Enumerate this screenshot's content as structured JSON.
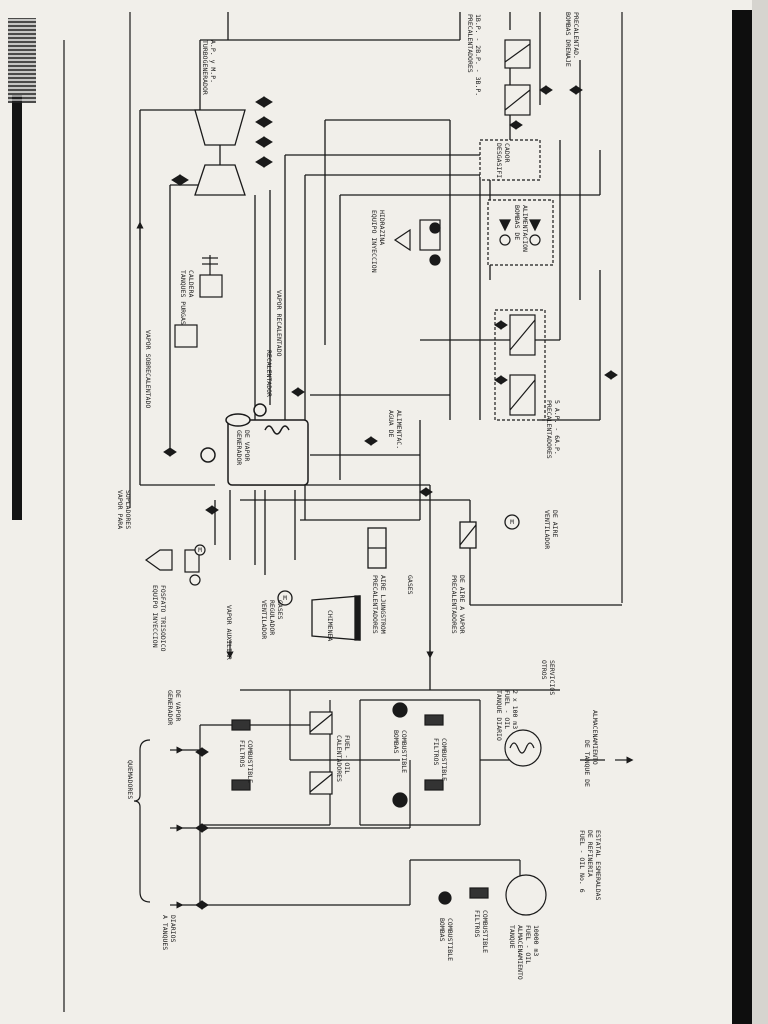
{
  "labels": {
    "turbogenerador": "TURBOGENERADOR",
    "turbogenerador_sub": "A.P. y M.P.",
    "precalentadores_bp": "PRECALENTADORES",
    "precalentadores_bp_sub": "1B.P. - 2B.P. - 3B.P.",
    "bombas_drenaje": "BOMBAS DRENAJE",
    "bombas_drenaje_sub": "PRECALENTAD.",
    "desgasificador": "DESGASIFI-",
    "desgasificador_sub": "CADOR",
    "bombas_alimentacion": "BOMBAS DE",
    "bombas_alimentacion_sub": "ALIMENTACION",
    "equipo_hidrazina": "EQUIPO INYECCION",
    "equipo_hidrazina_sub": "HIDRAZINA",
    "tanques_purgas": "TANQUES PURGAS",
    "tanques_purgas_sub": "CALDERA",
    "vapor_sobrecalentado": "VAPOR SOBRECALENTADO",
    "recalentador": "RECALENTADOR",
    "vapor_recalentado": "VAPOR RECALENTADO",
    "agua_alimentac": "AGUA DE",
    "agua_alimentac_sub": "ALIMENTAC.",
    "precalentadores_ap": "PRECALENTADORES",
    "precalentadores_ap_sub": "5 A.P. - 6A.P.",
    "vapor_sopladores": "VAPOR PARA",
    "vapor_sopladores_sub": "SOPLADORES",
    "generador_vapor": "GENERADOR",
    "generador_vapor_sub": "DE VAPOR",
    "ventilador_aire": "VENTILADOR",
    "ventilador_aire_sub": "DE AIRE",
    "equipo_fosfato": "EQUIPO INYECCION",
    "equipo_fosfato_sub": "FOSFATO TRISODICO",
    "vapor_auxiliar": "VAPOR AUXILIAR",
    "ventilador_regulador": "VENTILADOR",
    "ventilador_regulador_sub": "REGULADOR",
    "ventilador_regulador_sub2": "GASES",
    "chimenea": "CHIMENEA",
    "precalentadores_aire": "PRECALENTADORES",
    "precalentadores_aire_sub": "AIRE LJUNGSTROM",
    "gases": "GASES",
    "precalentadores_aire_vapor": "PRECALENTADORES",
    "precalentadores_aire_vapor_sub": "DE AIRE A VAPOR",
    "otros_servicios": "OTROS",
    "otros_servicios_sub": "SERVICIOS",
    "generador_vapor_small": "GENERADOR",
    "generador_vapor_small_sub": "DE VAPOR",
    "filtros_combustible_1": "FILTROS",
    "filtros_combustible_1_sub": "COMBUSTIBLE",
    "calentadores_fuel": "CALENTADORES",
    "calentadores_fuel_sub": "FUEL - OIL",
    "bombas_combustible_1": "BOMBAS",
    "bombas_combustible_1_sub": "COMBUSTIBLE",
    "filtros_combustible_2": "FILTROS",
    "filtros_combustible_2_sub": "COMBUSTIBLE",
    "tanque_diario": "TANQUE DIARIO",
    "tanque_diario_sub": "FUEL - OIL",
    "tanque_diario_sub2": "2 x 100 m3",
    "de_tanque": "DE TANQUE DE",
    "de_tanque_sub": "ALMACENAMIENTO",
    "quemadores": "QUEMADORES",
    "a_tanques": "A TANQUES",
    "a_tanques_sub": "DIARIOS",
    "bombas_combustible_2": "BOMBAS",
    "bombas_combustible_2_sub": "COMBUSTIBLE",
    "filtros_combustible_3": "FILTROS",
    "filtros_combustible_3_sub": "COMBUSTIBLE",
    "tanque_almacenamiento": "TANQUE",
    "tanque_almacenamiento_sub": "ALMACENAMIENTO",
    "tanque_almacenamiento_sub2": "FUEL - OIL",
    "tanque_almacenamiento_sub3": "10000 m3",
    "fuel_refineria": "FUEL - OIL No. 6",
    "fuel_refineria_sub": "DE REFINERIA",
    "fuel_refineria_sub2": "ESTATAL ESMERALDAS",
    "motor_symbol": "M"
  }
}
